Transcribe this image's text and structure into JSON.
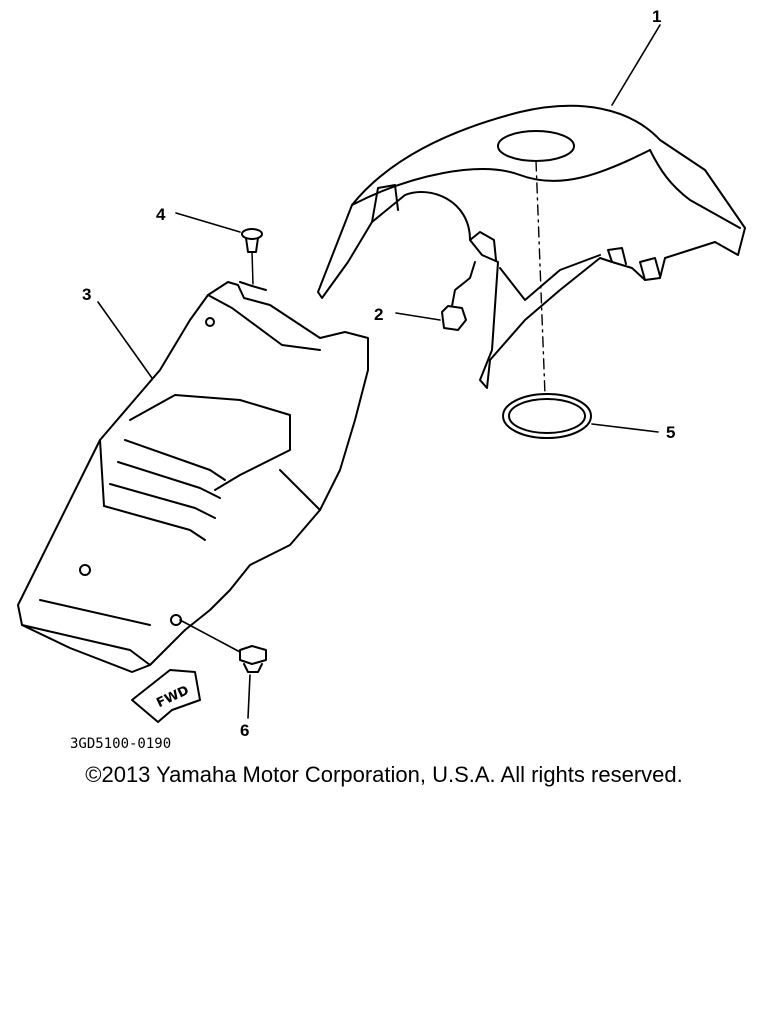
{
  "diagram": {
    "callouts": [
      {
        "id": "1",
        "label": "1"
      },
      {
        "id": "2",
        "label": "2"
      },
      {
        "id": "3",
        "label": "3"
      },
      {
        "id": "4",
        "label": "4"
      },
      {
        "id": "5",
        "label": "5"
      },
      {
        "id": "6",
        "label": "6"
      }
    ],
    "part_code": "3GD5100-0190",
    "fwd_arrow_text": "FWD"
  },
  "footer": {
    "copyright": "©2013 Yamaha Motor Corporation, U.S.A. All rights reserved."
  }
}
